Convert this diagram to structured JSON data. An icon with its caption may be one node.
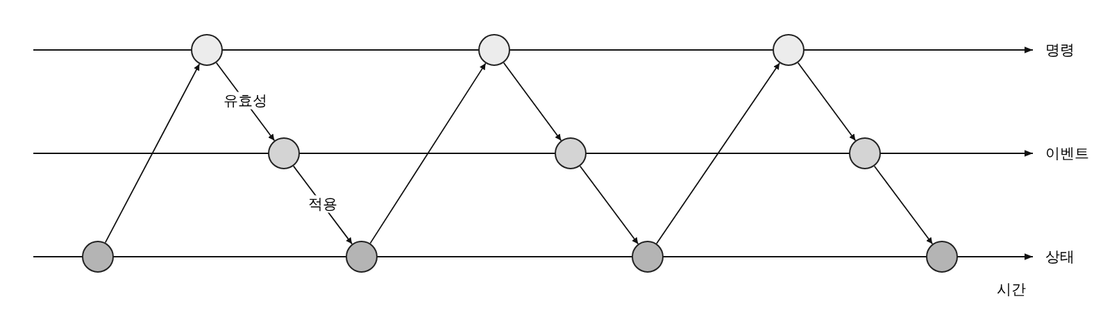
{
  "diagram": {
    "nodes": [
      {
        "text": [],
        "shape": "circle"
      },
      {
        "text": [],
        "shape": "circle"
      },
      {
        "text": [],
        "shape": "circle"
      },
      {
        "text": [],
        "shape": "circle"
      },
      {
        "text": [],
        "shape": "circle"
      },
      {
        "text": [],
        "shape": "circle"
      },
      {
        "text": [],
        "shape": "circle"
      },
      {
        "text": [],
        "shape": "circle"
      },
      {
        "text": [],
        "shape": "circle"
      },
      {
        "text": [],
        "shape": "circle"
      }
    ],
    "edges": [
      {
        "from": 6,
        "to": 0,
        "arrow": "to"
      },
      {
        "from": 0,
        "to": 3,
        "arrow": "to",
        "label": "유효성"
      },
      {
        "from": 3,
        "to": 7,
        "arrow": "to",
        "label": "적용"
      },
      {
        "from": 7,
        "to": 1,
        "arrow": "to"
      },
      {
        "from": 1,
        "to": 4,
        "arrow": "to"
      },
      {
        "from": 4,
        "to": 8,
        "arrow": "to"
      },
      {
        "from": 8,
        "to": 2,
        "arrow": "to"
      },
      {
        "from": 2,
        "to": 5,
        "arrow": "to"
      },
      {
        "from": 5,
        "to": 9,
        "arrow": "to"
      }
    ],
    "labels": [
      "명령",
      "이벤트",
      "상태",
      "시간"
    ]
  }
}
